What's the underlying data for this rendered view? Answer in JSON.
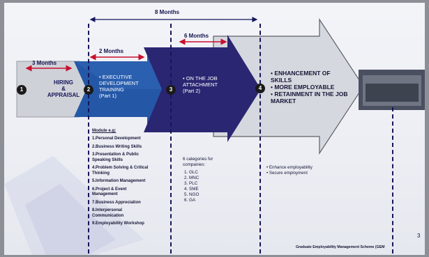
{
  "timeline": {
    "total_label": "8 Months",
    "hiring_label": "3 Months",
    "edt_label": "2 Months",
    "ojt_label": "6 Months"
  },
  "stages": [
    {
      "num": "1",
      "label": "HIRING\n&\nAPPRAISAL"
    },
    {
      "num": "2",
      "label": "• EXECUTIVE\nDEVELOPMENT\nTRAINING\n(Part 1)"
    },
    {
      "num": "3",
      "label": "• ON THE JOB\nATTACHMENT\n(Part 2)"
    },
    {
      "num": "4",
      "label": ""
    }
  ],
  "outcomes": [
    "• ENHANCEMENT OF SKILLS",
    "• MORE EMPLOYABLE",
    "• RETAINMENT IN THE JOB MARKET"
  ],
  "module": {
    "heading": "Module e.g:",
    "items": [
      "1.Personal Development",
      "2.Business Writing Skills",
      "3.Presentation & Public\nSpeaking Skills",
      "4.Problem Solving & Critical\nThinking",
      "5.Information Management",
      "6.Project & Event\nManagement",
      "7.Business Appreciation",
      "8.Interpersonal\nCommunication",
      "9.Employability Workshop"
    ]
  },
  "categories": {
    "heading": "6 categories for\ncompanies:",
    "items": [
      "1.  GLC",
      "2.  MNC",
      "3.  PLC",
      "4.  SME",
      "5.  NGO",
      "6.  GA"
    ]
  },
  "benefits": [
    "• Enhance employability",
    "• Secure employment"
  ],
  "footer": {
    "page_number": "3",
    "scheme": "Graduate Employability Management Scheme (GEM"
  },
  "colors": {
    "arrow1": "#c9cbd2",
    "arrow2": "#1e4f99",
    "arrow3": "#2a2470",
    "arrow4": "#d2d4dc",
    "timeline": "#c8102e",
    "guides": "#15155a"
  }
}
